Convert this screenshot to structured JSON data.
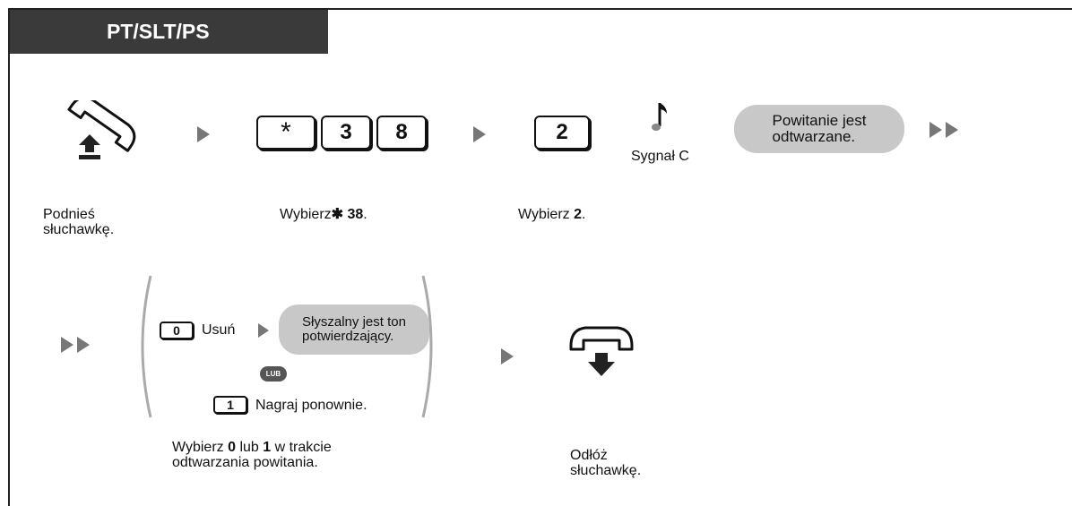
{
  "header": {
    "tab_title": "PT/SLT/PS"
  },
  "row1": {
    "step1_caption_line1": "Podnieś",
    "step1_caption_line2": "słuchawkę.",
    "dial_keys": [
      "*",
      "3",
      "8"
    ],
    "step2_caption_prefix": "Wybierz",
    "step2_caption_code": "38",
    "step2_caption_suffix": ".",
    "key_2": "2",
    "step3_caption_prefix": "Wybierz ",
    "step3_caption_code": "2",
    "step3_caption_suffix": ".",
    "tone_label": "Sygnał C",
    "bubble_line1": "Powitanie jest",
    "bubble_line2": "odtwarzane."
  },
  "row2": {
    "key_0": "0",
    "option0_label": "Usuń",
    "confirm_bubble_line1": "Słyszalny jest ton",
    "confirm_bubble_line2": "potwierdzający.",
    "or_badge": "LUB",
    "key_1": "1",
    "option1_label": "Nagraj ponownie.",
    "caption_prefix": "Wybierz ",
    "caption_key0": "0",
    "caption_mid": " lub ",
    "caption_key1": "1",
    "caption_suffix": " w trakcie",
    "caption_line2": "odtwarzania powitania.",
    "hangup_caption_line1": "Odłóż",
    "hangup_caption_line2": "słuchawkę."
  }
}
